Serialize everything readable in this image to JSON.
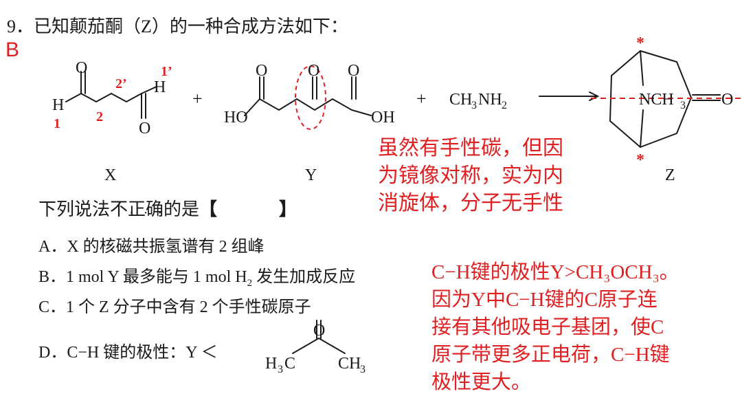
{
  "question": {
    "title": "9．已知颠茄酮（Z）的一种合成方法如下：",
    "answer": "B",
    "prompt": "下列说法不正确的是",
    "options": [
      {
        "letter": "A．",
        "text": "X 的核磁共振氢谱有 2 组峰"
      },
      {
        "letter": "B．",
        "text_before": "1 mol Y 最多能与 1 mol H",
        "sub": "2",
        "text_after": " 发生加成反应"
      },
      {
        "letter": "C．",
        "text": "1 个 Z 分子中含有 2 个手性碳原子"
      },
      {
        "letter": "D．",
        "text": "C−H 键的极性：Y ＜"
      }
    ]
  },
  "scheme": {
    "x_label": "X",
    "y_label": "Y",
    "z_label": "Z",
    "plus": "+",
    "reagent_1": "CH",
    "reagent_2": "3",
    "reagent_3": "NH",
    "reagent_4": "2",
    "x_atom_h": "H",
    "x_atom_o": "O",
    "y_atom_o": "O",
    "y_atom_ho": "HO",
    "y_atom_oh": "OH",
    "z_atom_n": "NCH",
    "z_atom_sub": "3",
    "z_atom_o": "O",
    "d_atom_o": "O",
    "d_h3c_1": "H",
    "d_h3c_2": "3",
    "d_h3c_3": "C",
    "d_ch3_1": "CH",
    "d_ch3_2": "3",
    "num_1": "1",
    "num_2": "2",
    "num_2p": "2’",
    "num_1p": "1’",
    "star": "*"
  },
  "annotations": {
    "note_1": [
      "虽然有手性碳，但因",
      "为镜像对称，实为内",
      "消旋体，分子无手性"
    ],
    "note_2": [
      "C−H键的极性Y>CH₃OCH₃。",
      "因为Y中C−H键的C原子连",
      "接有其他吸电子基团，使C",
      "原子带更多正电荷，C−H键",
      "极性更大。"
    ]
  },
  "colors": {
    "annotation": "#e02020",
    "text": "#1a1a1a"
  }
}
